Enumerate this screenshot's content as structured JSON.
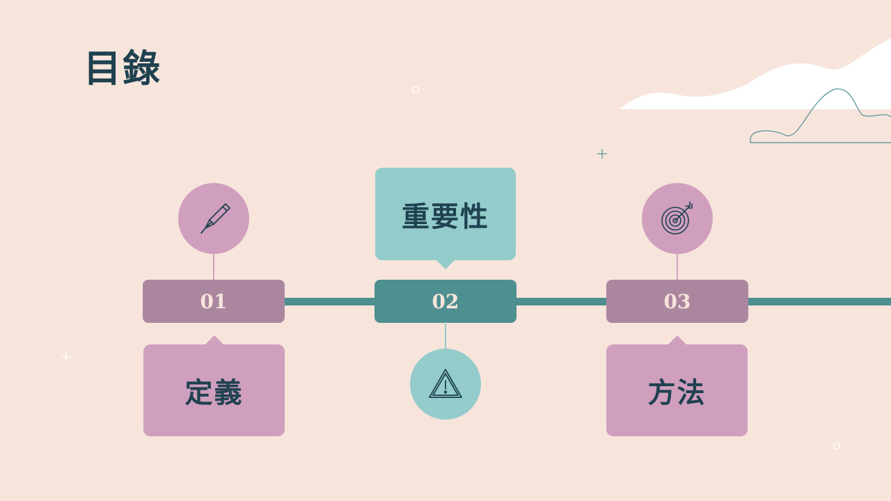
{
  "title": "目錄",
  "colors": {
    "background": "#f7e5dc",
    "title_text": "#1f4150",
    "teal_dark": "#4e8f90",
    "teal_light": "#93cccb",
    "purple_dark": "#ab879f",
    "purple_light": "#cf9fbd"
  },
  "steps": [
    {
      "number": "01",
      "label": "定義",
      "icon": "pen-icon"
    },
    {
      "number": "02",
      "label": "重要性",
      "icon": "warning-icon"
    },
    {
      "number": "03",
      "label": "方法",
      "icon": "target-icon"
    }
  ]
}
